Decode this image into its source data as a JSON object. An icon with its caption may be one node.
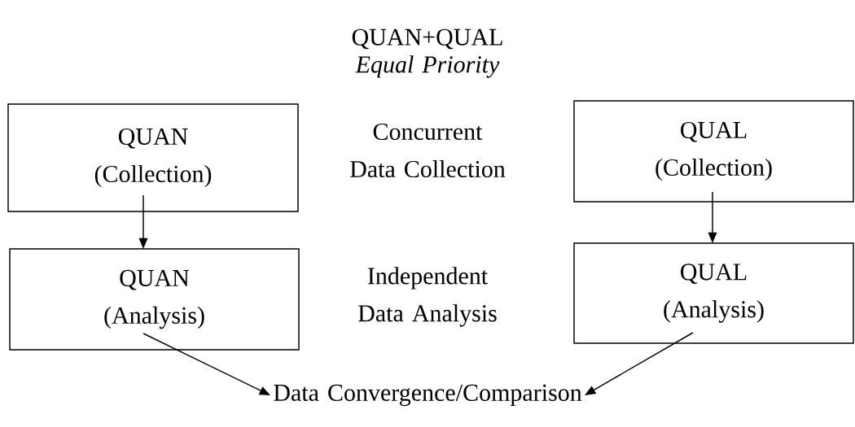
{
  "diagram": {
    "title": "QUAN+QUAL",
    "nodes": [
      {
        "text": [
          "QUAN",
          "(Collection)"
        ]
      },
      {
        "text": [
          "QUAL",
          "(Collection)"
        ]
      },
      {
        "text": [
          "QUAN",
          "(Analysis)"
        ]
      },
      {
        "text": [
          "QUAL",
          "(Analysis)"
        ]
      },
      {
        "text": [
          "Data Convergence/Comparison"
        ]
      }
    ],
    "edges": [
      {
        "from": 0,
        "to": 2,
        "arrow": "to"
      },
      {
        "from": 1,
        "to": 3,
        "arrow": "to"
      },
      {
        "from": 2,
        "to": 4,
        "arrow": "to"
      },
      {
        "from": 3,
        "to": 4,
        "arrow": "to"
      }
    ],
    "labels": [
      "Equal Priority",
      "Concurrent Data Collection",
      "Independent Data Analysis"
    ]
  }
}
